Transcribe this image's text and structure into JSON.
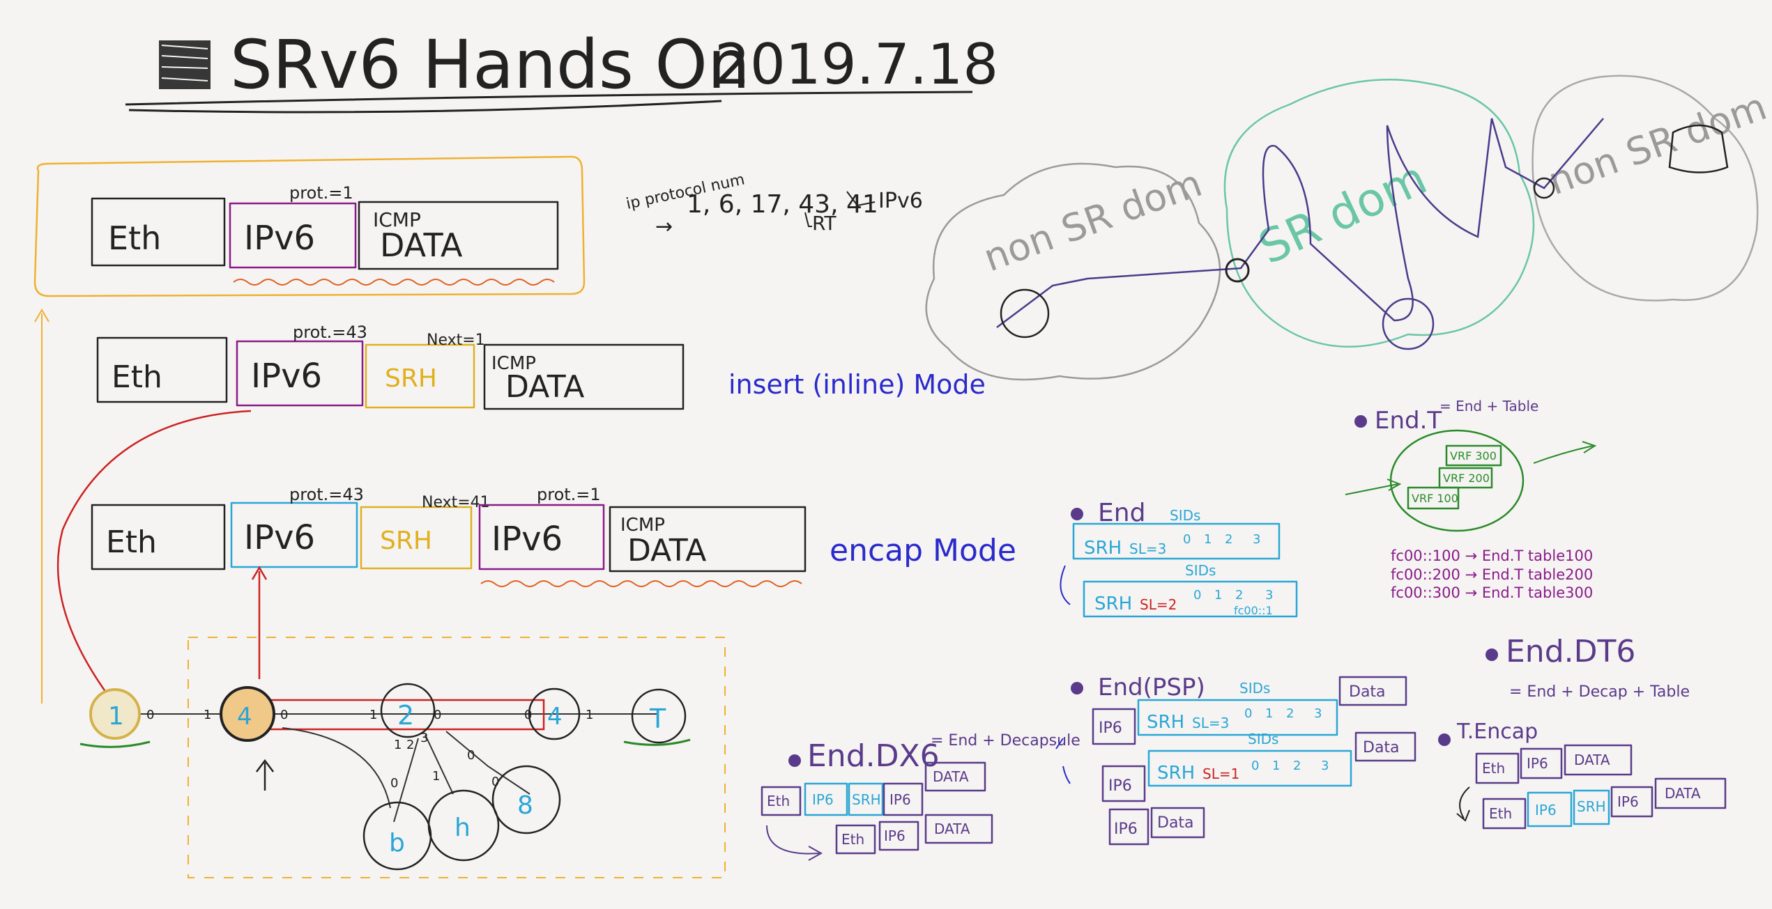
{
  "title": {
    "text": "SRv6 Hands On",
    "date": "2019.7.18"
  },
  "colors": {
    "black": "#222222",
    "blue": "#2a2acc",
    "cyan": "#2aa6d6",
    "purple": "#5a3a8a",
    "magenta": "#8a1a8a",
    "yellow": "#e0b020",
    "orange": "#f0a030",
    "red": "#cc2222",
    "green": "#2a8a2a",
    "grey": "#9a9a9a",
    "teal": "#6ac6a6"
  },
  "protocol_note": {
    "heading": "ip protocol num",
    "arrow": "→",
    "values": "1, 6, 17, 43, 41",
    "ipv6": "IPv6",
    "rt": "RT"
  },
  "packets": {
    "plain": {
      "eth": "Eth",
      "ipv6": "IPv6",
      "prot": "prot.=1",
      "icmp": "ICMP",
      "data": "DATA"
    },
    "insert": {
      "eth": "Eth",
      "ipv6": "IPv6",
      "prot": "prot.=43",
      "srh": "SRH",
      "next": "Next=1",
      "icmp": "ICMP",
      "data": "DATA",
      "mode_label": "insert (inline) Mode"
    },
    "encap": {
      "eth": "Eth",
      "outer_ipv6": "IPv6",
      "prot_outer": "prot.=43",
      "srh": "SRH",
      "next": "Next=41",
      "inner_ipv6": "IPv6",
      "prot_inner": "prot.=1",
      "icmp": "ICMP",
      "data": "DATA",
      "mode_label": "encap Mode"
    }
  },
  "topology": {
    "nodes": [
      "1",
      "4",
      "2",
      "4",
      "T",
      "b",
      "h",
      "8"
    ],
    "ports": [
      "0",
      "1",
      "0",
      "1",
      "0",
      "0",
      "1",
      "1",
      "2",
      "3",
      "0",
      "1",
      "0",
      "0"
    ]
  },
  "end_dx6": {
    "title": "End.DX6",
    "note": "= End + Decapsule",
    "pkt1": [
      "Eth",
      "IP6",
      "SRH",
      "IP6",
      "DATA"
    ],
    "pkt2": [
      "Eth",
      "IP6",
      "DATA"
    ]
  },
  "end": {
    "title": "End",
    "sids_label": "SIDs",
    "row1": {
      "srh": "SRH",
      "sl": "SL=3",
      "sids": [
        "0",
        "1",
        "2",
        "3"
      ]
    },
    "row2": {
      "srh": "SRH",
      "sl": "SL=2",
      "sids": [
        "0",
        "1",
        "2",
        "3"
      ]
    },
    "addr": "fc00::1"
  },
  "end_psp": {
    "title": "End(PSP)",
    "sids_label": "SIDs",
    "row1": {
      "ip": "IP6",
      "srh": "SRH",
      "sl": "SL=3",
      "sids": [
        "0",
        "1",
        "2",
        "3"
      ],
      "data": "Data"
    },
    "row2": {
      "ip": "IP6",
      "srh": "SRH",
      "sl": "SL=1",
      "sids": [
        "0",
        "1",
        "2",
        "3"
      ],
      "data": "Data"
    },
    "row3": {
      "ip": "IP6",
      "data": "Data"
    }
  },
  "end_t": {
    "title": "End.T",
    "note": "= End + Table",
    "vrfs": [
      "VRF 300",
      "VRF 200",
      "VRF 100"
    ],
    "routes": [
      "fc00::100 → End.T table100",
      "fc00::200 → End.T table200",
      "fc00::300 → End.T table300"
    ]
  },
  "end_dt6": {
    "title": "End.DT6",
    "note": "= End + Decap + Table"
  },
  "t_encap": {
    "title": "T.Encap",
    "pkt1": [
      "Eth",
      "IP6",
      "DATA"
    ],
    "pkt2": [
      "Eth",
      "IP6",
      "SRH",
      "IP6",
      "DATA"
    ]
  },
  "illustration": {
    "left_cloud": "non SR dom",
    "center_cloud": "SR dom",
    "right_cloud": "non SR dom"
  }
}
